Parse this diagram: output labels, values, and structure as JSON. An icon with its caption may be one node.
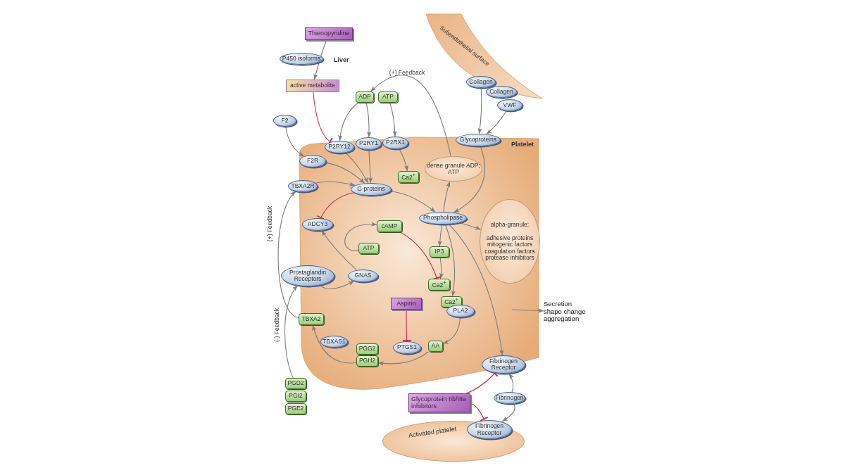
{
  "diagram": {
    "nodes": [
      {
        "text": [
          "Thienopyridine"
        ]
      },
      {
        "text": [
          "P450 isoforms"
        ]
      },
      {
        "text": [
          "active metabolite"
        ]
      },
      {
        "text": [
          "F2"
        ]
      },
      {
        "text": [
          "Subendothelial surface"
        ]
      },
      {
        "text": [
          "Collagen"
        ]
      },
      {
        "text": [
          "Collagen"
        ]
      },
      {
        "text": [
          "VWF"
        ]
      },
      {
        "text": [
          "ADP"
        ]
      },
      {
        "text": [
          "ATP"
        ]
      },
      {
        "text": [
          "Platelet"
        ]
      },
      {
        "text": [
          "P2RY12"
        ],
        "in": 10
      },
      {
        "text": [
          "P2RY1"
        ],
        "in": 10
      },
      {
        "text": [
          "P2RX1"
        ],
        "in": 10
      },
      {
        "text": [
          "Glycoproteins"
        ]
      },
      {
        "text": [
          "F2R"
        ],
        "in": 10
      },
      {
        "text": [
          "TBXA2R"
        ]
      },
      {
        "text": [
          "G-proteins"
        ],
        "in": 10
      },
      {
        "text": [
          "Ca2$^{+}$"
        ],
        "in": 10
      },
      {
        "text": [
          "dense granule ADP; ATP"
        ],
        "in": 10
      },
      {
        "text": [
          "ADCY3"
        ],
        "in": 10
      },
      {
        "text": [
          "cAMP"
        ],
        "in": 10
      },
      {
        "text": [
          "ATP"
        ],
        "in": 10
      },
      {
        "text": [
          "Phospholipase"
        ],
        "in": 10
      },
      {
        "text": [
          "alpha-granule:",
          "adhesive proteins mitogenic factors coagulation factors protease inhibitors"
        ],
        "in": 10
      },
      {
        "text": [
          "IP3"
        ],
        "in": 10
      },
      {
        "text": [
          "Prostaglandin Receptors"
        ]
      },
      {
        "text": [
          "GNAS"
        ],
        "in": 10
      },
      {
        "text": [
          "Ca2$^{+}$"
        ],
        "in": 10
      },
      {
        "text": [
          "Ca2$^{+}$"
        ],
        "in": 10
      },
      {
        "text": [
          "PLA2"
        ],
        "in": 10
      },
      {
        "text": [
          "Aspirin"
        ],
        "in": 10
      },
      {
        "text": [
          "TBXA2"
        ],
        "in": 10
      },
      {
        "text": [
          "TBXAS1"
        ],
        "in": 10
      },
      {
        "text": [
          "PGG2"
        ],
        "in": 10
      },
      {
        "text": [
          "PGH2"
        ],
        "in": 10
      },
      {
        "text": [
          "PTGS1"
        ],
        "in": 10
      },
      {
        "text": [
          "AA"
        ],
        "in": 10
      },
      {
        "text": [
          "Secretion shape change aggregation"
        ]
      },
      {
        "text": [
          "Fibrinogen Receptor"
        ],
        "in": 10
      },
      {
        "text": [
          "PGD2"
        ]
      },
      {
        "text": [
          "PGI2"
        ]
      },
      {
        "text": [
          "PGE2"
        ]
      },
      {
        "text": [
          "Fibrinogen"
        ]
      },
      {
        "text": [
          "Glycoprotein IIb/IIIa inhibitors"
        ]
      },
      {
        "text": [
          "Activated platelet"
        ]
      },
      {
        "text": [
          "Fibrinogen Receptor"
        ],
        "in": 45
      }
    ],
    "edges": [
      {
        "from": 0,
        "to": 2,
        "arrow": "to"
      },
      {
        "from": 2,
        "to": 11,
        "arrow": "other",
        "color": "#c8324f"
      },
      {
        "from": 3,
        "to": 15,
        "arrow": "to"
      },
      {
        "from": 8,
        "to": 11,
        "arrow": "to"
      },
      {
        "from": 8,
        "to": 12,
        "arrow": "to"
      },
      {
        "from": 9,
        "to": 13,
        "arrow": "to"
      },
      {
        "from": 5,
        "to": 14,
        "arrow": "to"
      },
      {
        "from": 7,
        "to": 14,
        "arrow": "to"
      },
      {
        "from": 11,
        "to": 17,
        "arrow": "to"
      },
      {
        "from": 12,
        "to": 17,
        "arrow": "to"
      },
      {
        "from": 15,
        "to": 17,
        "arrow": "to"
      },
      {
        "from": 16,
        "to": 17,
        "arrow": "to"
      },
      {
        "from": 13,
        "to": 18,
        "arrow": "to"
      },
      {
        "from": 19,
        "to": 8,
        "arrow": "to",
        "label": "(+) Feedback"
      },
      {
        "from": 17,
        "to": 23,
        "arrow": "to"
      },
      {
        "from": 17,
        "to": 20,
        "arrow": "other",
        "color": "#c8324f"
      },
      {
        "from": 14,
        "to": 23,
        "arrow": "to"
      },
      {
        "from": 23,
        "to": 19,
        "arrow": "to"
      },
      {
        "from": 23,
        "to": 25,
        "arrow": "to"
      },
      {
        "from": 25,
        "to": 28,
        "arrow": "to"
      },
      {
        "from": 23,
        "to": 29,
        "arrow": "to"
      },
      {
        "from": 23,
        "to": 24,
        "arrow": "to"
      },
      {
        "from": 23,
        "to": 39,
        "arrow": "to"
      },
      {
        "from": 22,
        "to": 21,
        "arrow": "to"
      },
      {
        "from": 21,
        "to": 28,
        "arrow": "other",
        "color": "#c8324f"
      },
      {
        "from": 27,
        "to": 20,
        "arrow": "to"
      },
      {
        "from": 26,
        "to": 27,
        "arrow": "to"
      },
      {
        "from": 30,
        "to": 37,
        "arrow": "to"
      },
      {
        "from": 37,
        "to": 35,
        "arrow": "to"
      },
      {
        "from": 31,
        "to": 36,
        "arrow": "other",
        "color": "#c8324f"
      },
      {
        "from": 35,
        "to": 32,
        "arrow": "to"
      },
      {
        "from": 32,
        "to": 16,
        "arrow": "to",
        "label": "(+) Feedback"
      },
      {
        "from": 40,
        "to": 26,
        "arrow": "to",
        "label": "(-) Feedback"
      },
      {
        "from": null,
        "to": 38,
        "arrow": "to"
      },
      {
        "from": 43,
        "to": 39,
        "arrow": "to"
      },
      {
        "from": 43,
        "to": 46,
        "arrow": "to"
      },
      {
        "from": 44,
        "to": 39,
        "arrow": "other",
        "color": "#c8324f"
      },
      {
        "from": 44,
        "to": 46,
        "arrow": "other",
        "color": "#c8324f"
      }
    ],
    "labels": [
      "Liver"
    ]
  }
}
